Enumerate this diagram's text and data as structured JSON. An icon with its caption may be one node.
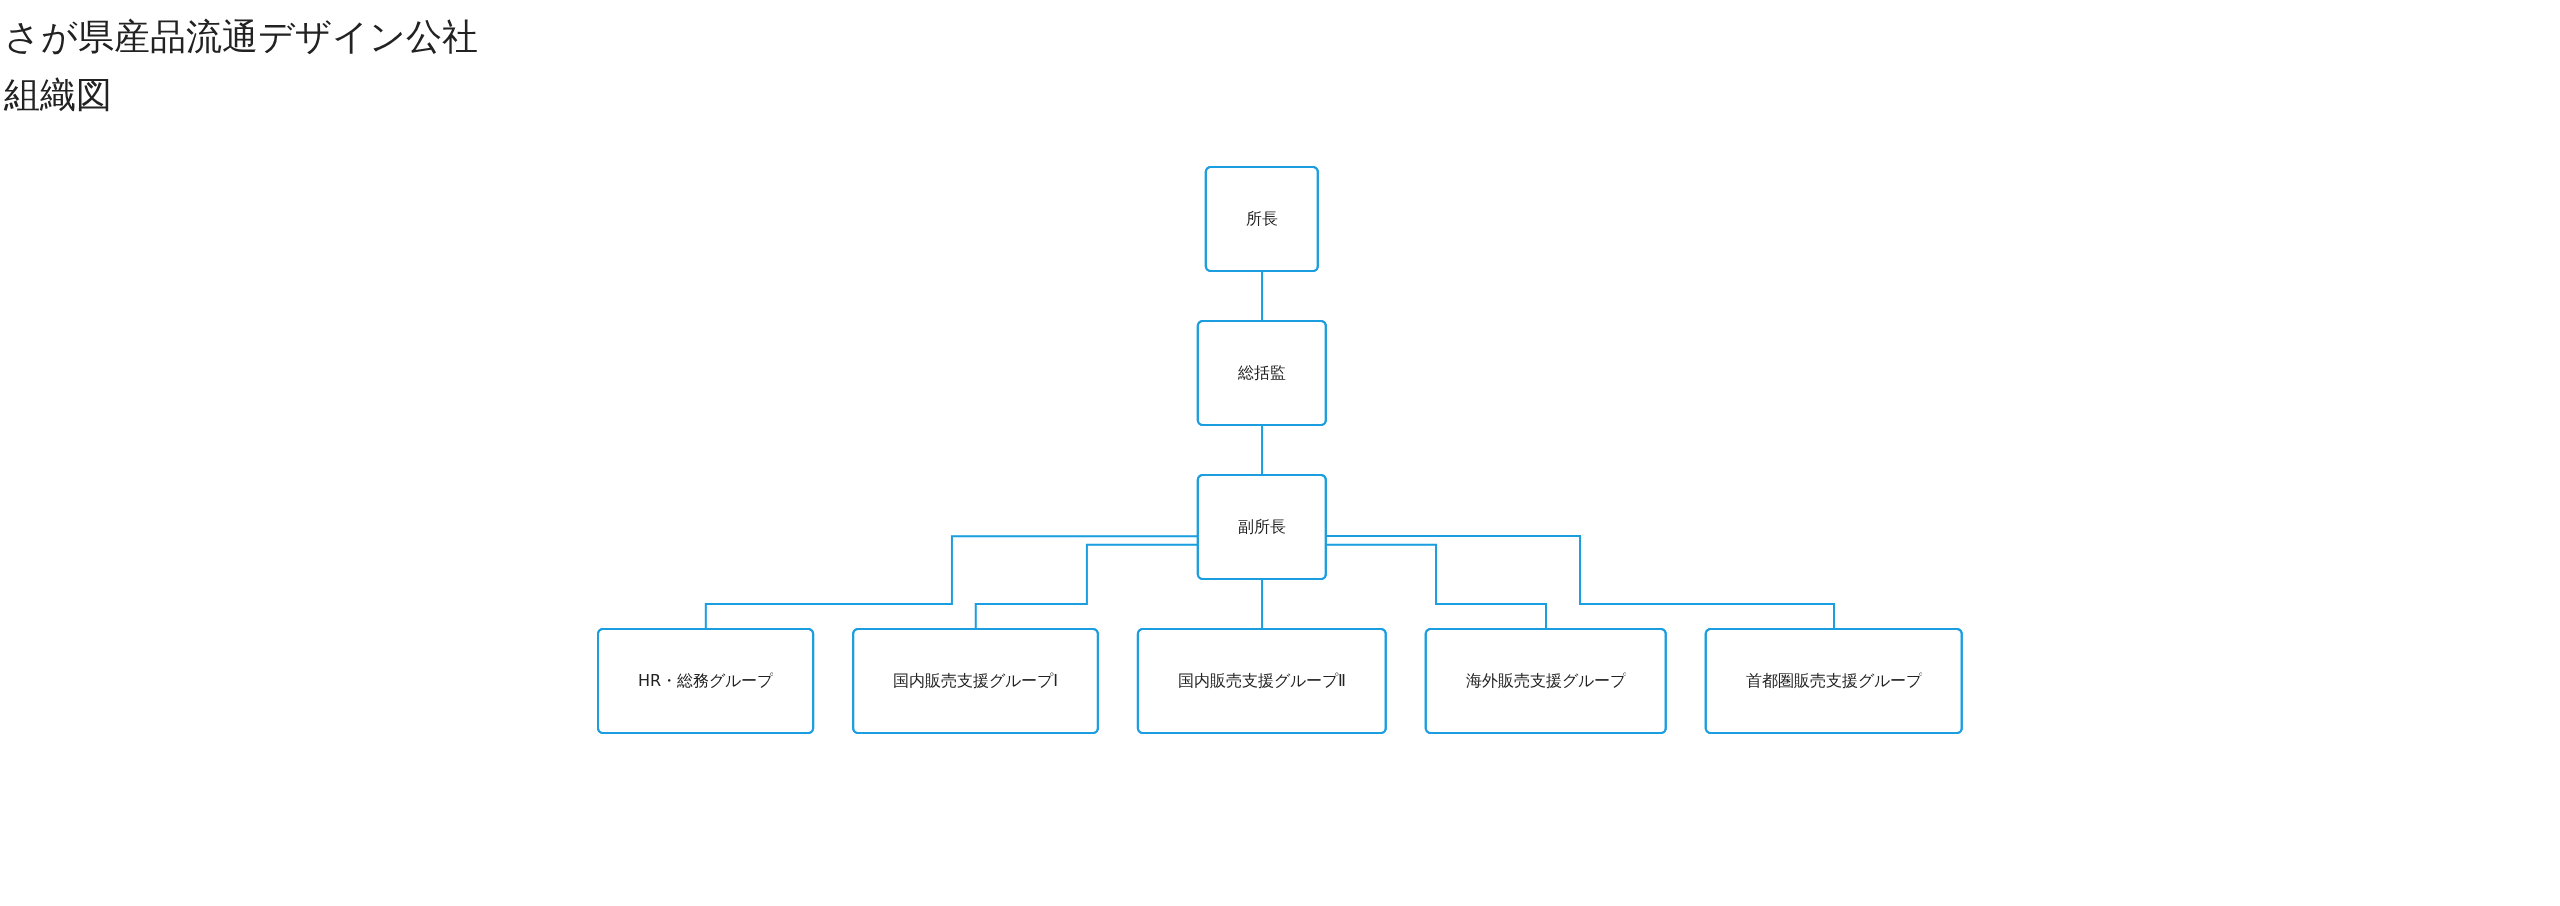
{
  "diagram": {
    "title": "さが県産品流通デザイン公社",
    "nodes": [
      {
        "text": [
          "所長"
        ]
      },
      {
        "text": [
          "総括監"
        ]
      },
      {
        "text": [
          "副所長"
        ]
      },
      {
        "text": [
          "HR・総務グループ"
        ]
      },
      {
        "text": [
          "国内販売支援グループⅠ"
        ]
      },
      {
        "text": [
          "国内販売支援グループⅡ"
        ]
      },
      {
        "text": [
          "海外販売支援グループ"
        ]
      },
      {
        "text": [
          "首都圏販売支援グループ"
        ]
      }
    ],
    "edges": [
      {
        "from": 0,
        "to": 1,
        "arrow": "none"
      },
      {
        "from": 1,
        "to": 2,
        "arrow": "none"
      },
      {
        "from": 2,
        "to": 3,
        "arrow": "none"
      },
      {
        "from": 2,
        "to": 4,
        "arrow": "none"
      },
      {
        "from": 2,
        "to": 5,
        "arrow": "none"
      },
      {
        "from": 2,
        "to": 6,
        "arrow": "none"
      },
      {
        "from": 2,
        "to": 7,
        "arrow": "none"
      }
    ],
    "labels": [
      "組織図"
    ]
  }
}
